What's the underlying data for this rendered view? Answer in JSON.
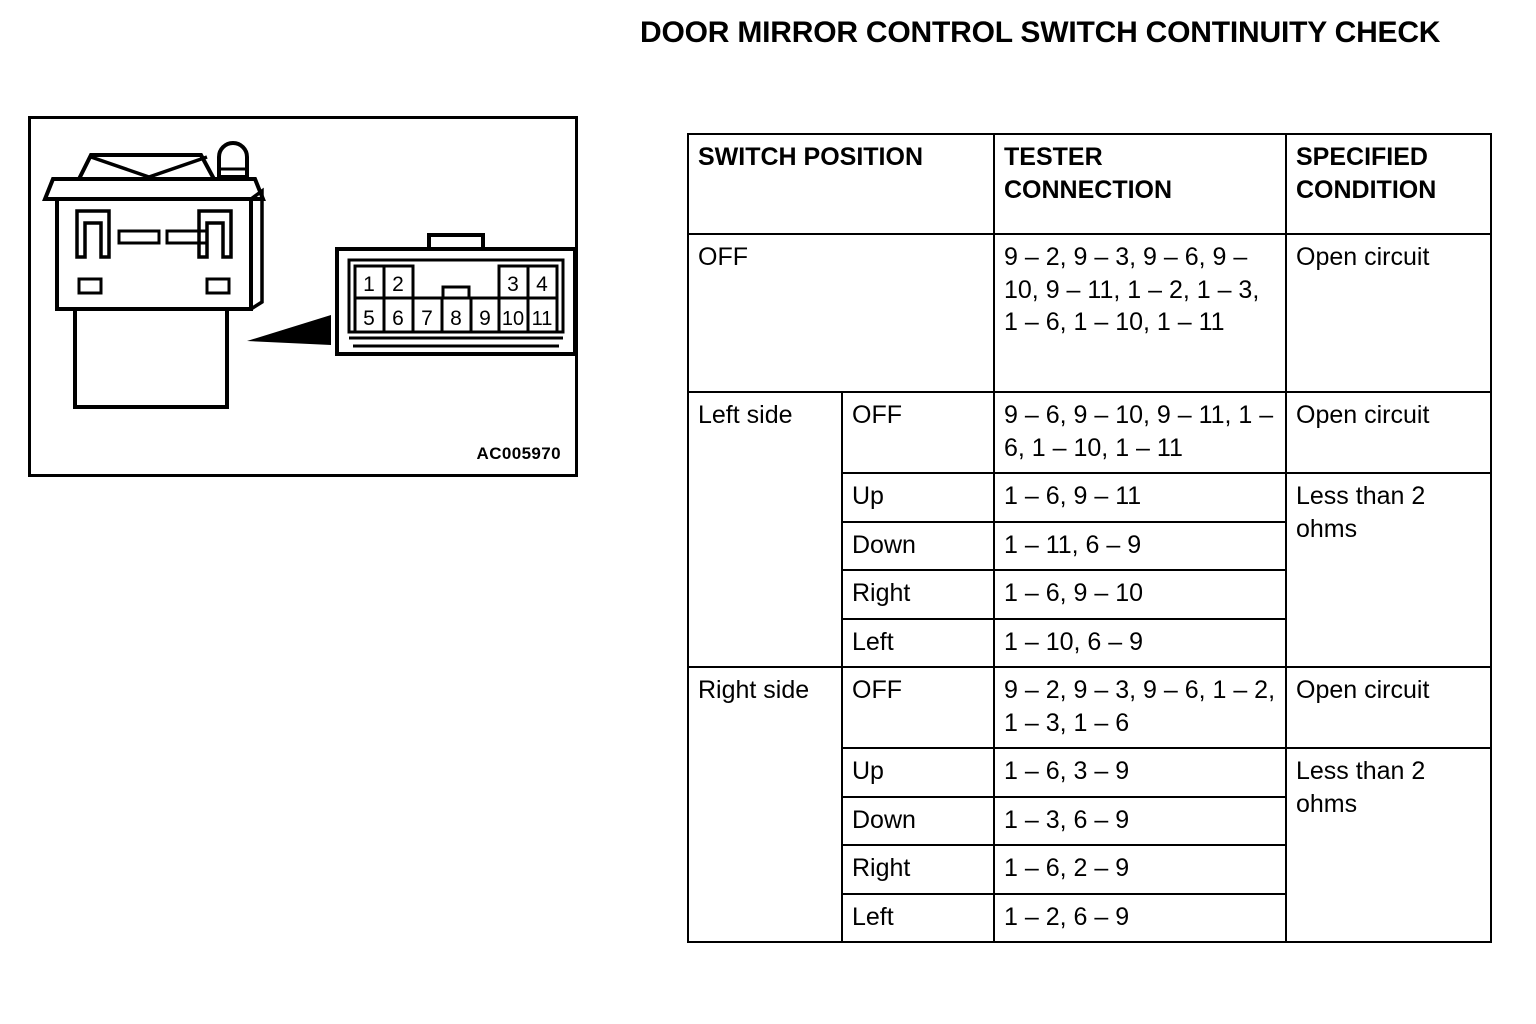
{
  "title": "DOOR MIRROR CONTROL SWITCH CONTINUITY CHECK",
  "illustration": {
    "reference_code": "AC005970",
    "connector": {
      "top_row_left_pins": [
        "1",
        "2"
      ],
      "top_row_right_pins": [
        "3",
        "4"
      ],
      "bottom_row_pins": [
        "5",
        "6",
        "7",
        "8",
        "9",
        "10",
        "11"
      ]
    }
  },
  "table": {
    "headers": {
      "switch_position": "SWITCH POSITION",
      "tester_connection": "TESTER CONNECTION",
      "specified_condition": "SPECIFIED CONDITION"
    },
    "rows": [
      {
        "position": "OFF",
        "sub": "",
        "tester": "9 – 2, 9 – 3, 9 – 6, 9 – 10, 9 – 11, 1 – 2, 1 – 3, 1 – 6, 1 – 10, 1 – 11",
        "condition": "Open circuit"
      },
      {
        "position": "Left side",
        "sub": "OFF",
        "tester": "9 – 6, 9 – 10, 9 – 11, 1 – 6, 1 – 10, 1 – 11",
        "condition": "Open circuit"
      },
      {
        "position": "",
        "sub": "Up",
        "tester": "1 – 6, 9 – 11",
        "condition": "Less than 2 ohms"
      },
      {
        "position": "",
        "sub": "Down",
        "tester": "1 – 11, 6 – 9",
        "condition": ""
      },
      {
        "position": "",
        "sub": "Right",
        "tester": "1 – 6, 9 – 10",
        "condition": ""
      },
      {
        "position": "",
        "sub": "Left",
        "tester": "1 – 10, 6 – 9",
        "condition": ""
      },
      {
        "position": "Right side",
        "sub": "OFF",
        "tester": "9 – 2, 9 – 3, 9 – 6, 1 – 2, 1 – 3, 1 – 6",
        "condition": "Open circuit"
      },
      {
        "position": "",
        "sub": "Up",
        "tester": "1 – 6, 3 – 9",
        "condition": "Less than 2 ohms"
      },
      {
        "position": "",
        "sub": "Down",
        "tester": "1 – 3, 6 – 9",
        "condition": ""
      },
      {
        "position": "",
        "sub": "Right",
        "tester": "1 – 6, 2 – 9",
        "condition": ""
      },
      {
        "position": "",
        "sub": "Left",
        "tester": "1 – 2, 6 – 9",
        "condition": ""
      }
    ]
  }
}
